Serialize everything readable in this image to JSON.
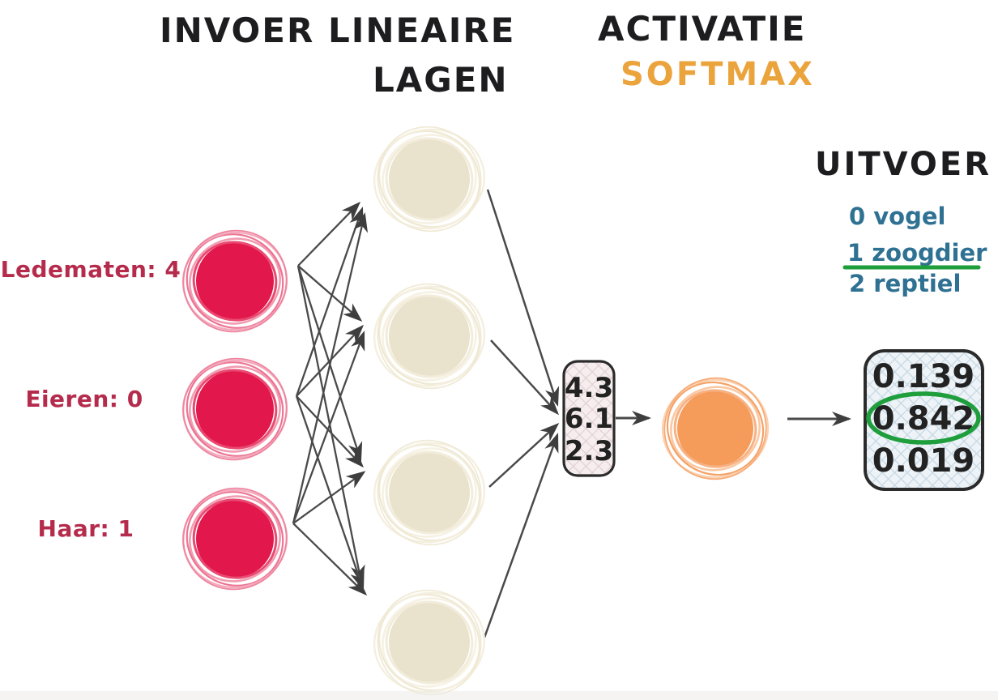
{
  "headers": {
    "input": "INVOER",
    "linear_line1": "LINEAIRE",
    "linear_line2": "LAGEN",
    "activation": "ACTIVATIE",
    "activation_type": "SOFTMAX",
    "output": "UITVOER"
  },
  "input_features": [
    {
      "label": "Ledematen: 4"
    },
    {
      "label": "Eieren: 0"
    },
    {
      "label": "Haar: 1"
    }
  ],
  "logits": {
    "values": [
      "4.3",
      "6.1",
      "2.3"
    ]
  },
  "probabilities": {
    "values": [
      "0.139",
      "0.842",
      "0.019"
    ],
    "highlighted": "0.842"
  },
  "classes": [
    {
      "label": "0 vogel",
      "selected": false
    },
    {
      "label": "1 zoogdier",
      "selected": true
    },
    {
      "label": "2 reptiel",
      "selected": false
    }
  ],
  "colors": {
    "input_node": "#e2174b",
    "input_label": "#b52b4c",
    "hidden_node": "#e9e2cc",
    "activation_node": "#f59c5b",
    "softmax_text": "#eba33c",
    "class_text": "#2f7193",
    "highlight_green": "#1f9e3c",
    "arrow": "#4a4a4a",
    "heading_text": "#1d1d1f",
    "number_text": "#222222"
  }
}
